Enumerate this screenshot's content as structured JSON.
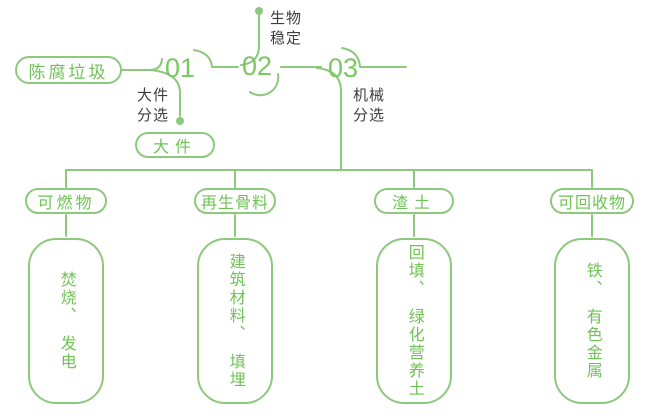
{
  "colors": {
    "line_green": "#8cc97c",
    "text_green": "#6fc356",
    "number_green": "#7cc765",
    "label_dark": "#3e3e3e",
    "background": "#ffffff"
  },
  "flow": {
    "source_label": "陈腐垃圾",
    "steps": [
      {
        "number": "01",
        "label": "大件\n分选",
        "output": "大件"
      },
      {
        "number": "02",
        "label": "生物\n稳定"
      },
      {
        "number": "03",
        "label": "机械\n分选"
      }
    ],
    "outputs": [
      {
        "category": "可燃物",
        "result": "焚烧、　发电"
      },
      {
        "category": "再生骨料",
        "result": "建筑材料、　填埋"
      },
      {
        "category": "渣土",
        "result": "回填、　绿化营养土"
      },
      {
        "category": "可回收物",
        "result": "铁、　有色金属"
      }
    ]
  }
}
